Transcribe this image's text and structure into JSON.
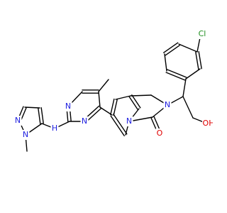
{
  "diagram": {
    "atoms": [
      {
        "id": "N1",
        "label": "N",
        "element": "N"
      },
      {
        "id": "N2",
        "label": "N",
        "element": "N"
      },
      {
        "id": "N3",
        "label": "N",
        "element": "N"
      },
      {
        "id": "N4",
        "label": "N",
        "element": "N"
      },
      {
        "id": "N5",
        "label": "N",
        "element": "N"
      },
      {
        "id": "N6",
        "label": "N",
        "element": "N"
      },
      {
        "id": "NH",
        "label": "H",
        "element": "N"
      },
      {
        "id": "O1",
        "label": "O",
        "element": "O"
      },
      {
        "id": "OH",
        "label": "OH",
        "element": "O"
      },
      {
        "id": "Cl",
        "label": "Cl",
        "element": "Cl"
      }
    ]
  }
}
